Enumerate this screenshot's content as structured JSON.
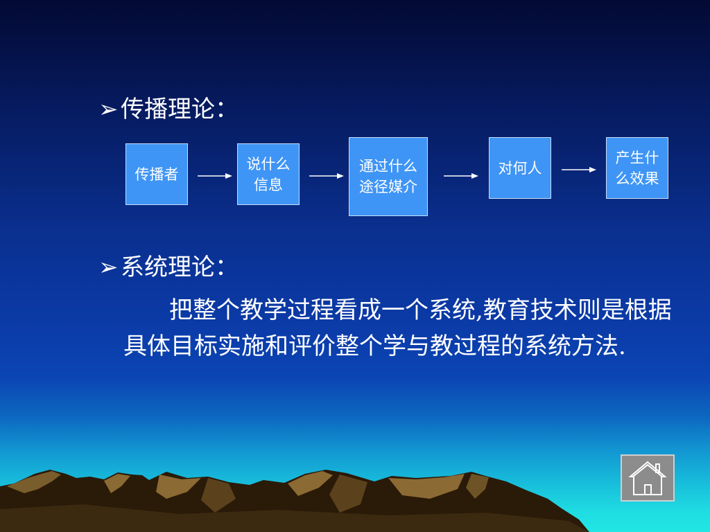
{
  "bullets": [
    {
      "marker": "➢",
      "text": "传播理论："
    },
    {
      "marker": "➢",
      "text": "系统理论："
    }
  ],
  "flow": {
    "boxes": [
      {
        "label": "传播者"
      },
      {
        "label": "说什么信息"
      },
      {
        "label": "通过什么途径媒介"
      },
      {
        "label": "对何人"
      },
      {
        "label": "产生什么效果"
      }
    ]
  },
  "paragraph": "把整个教学过程看成一个系统,教育技术则是根据具体目标实施和评价整个学与教过程的系统方法.",
  "nav": {
    "home_icon": "home-icon"
  }
}
